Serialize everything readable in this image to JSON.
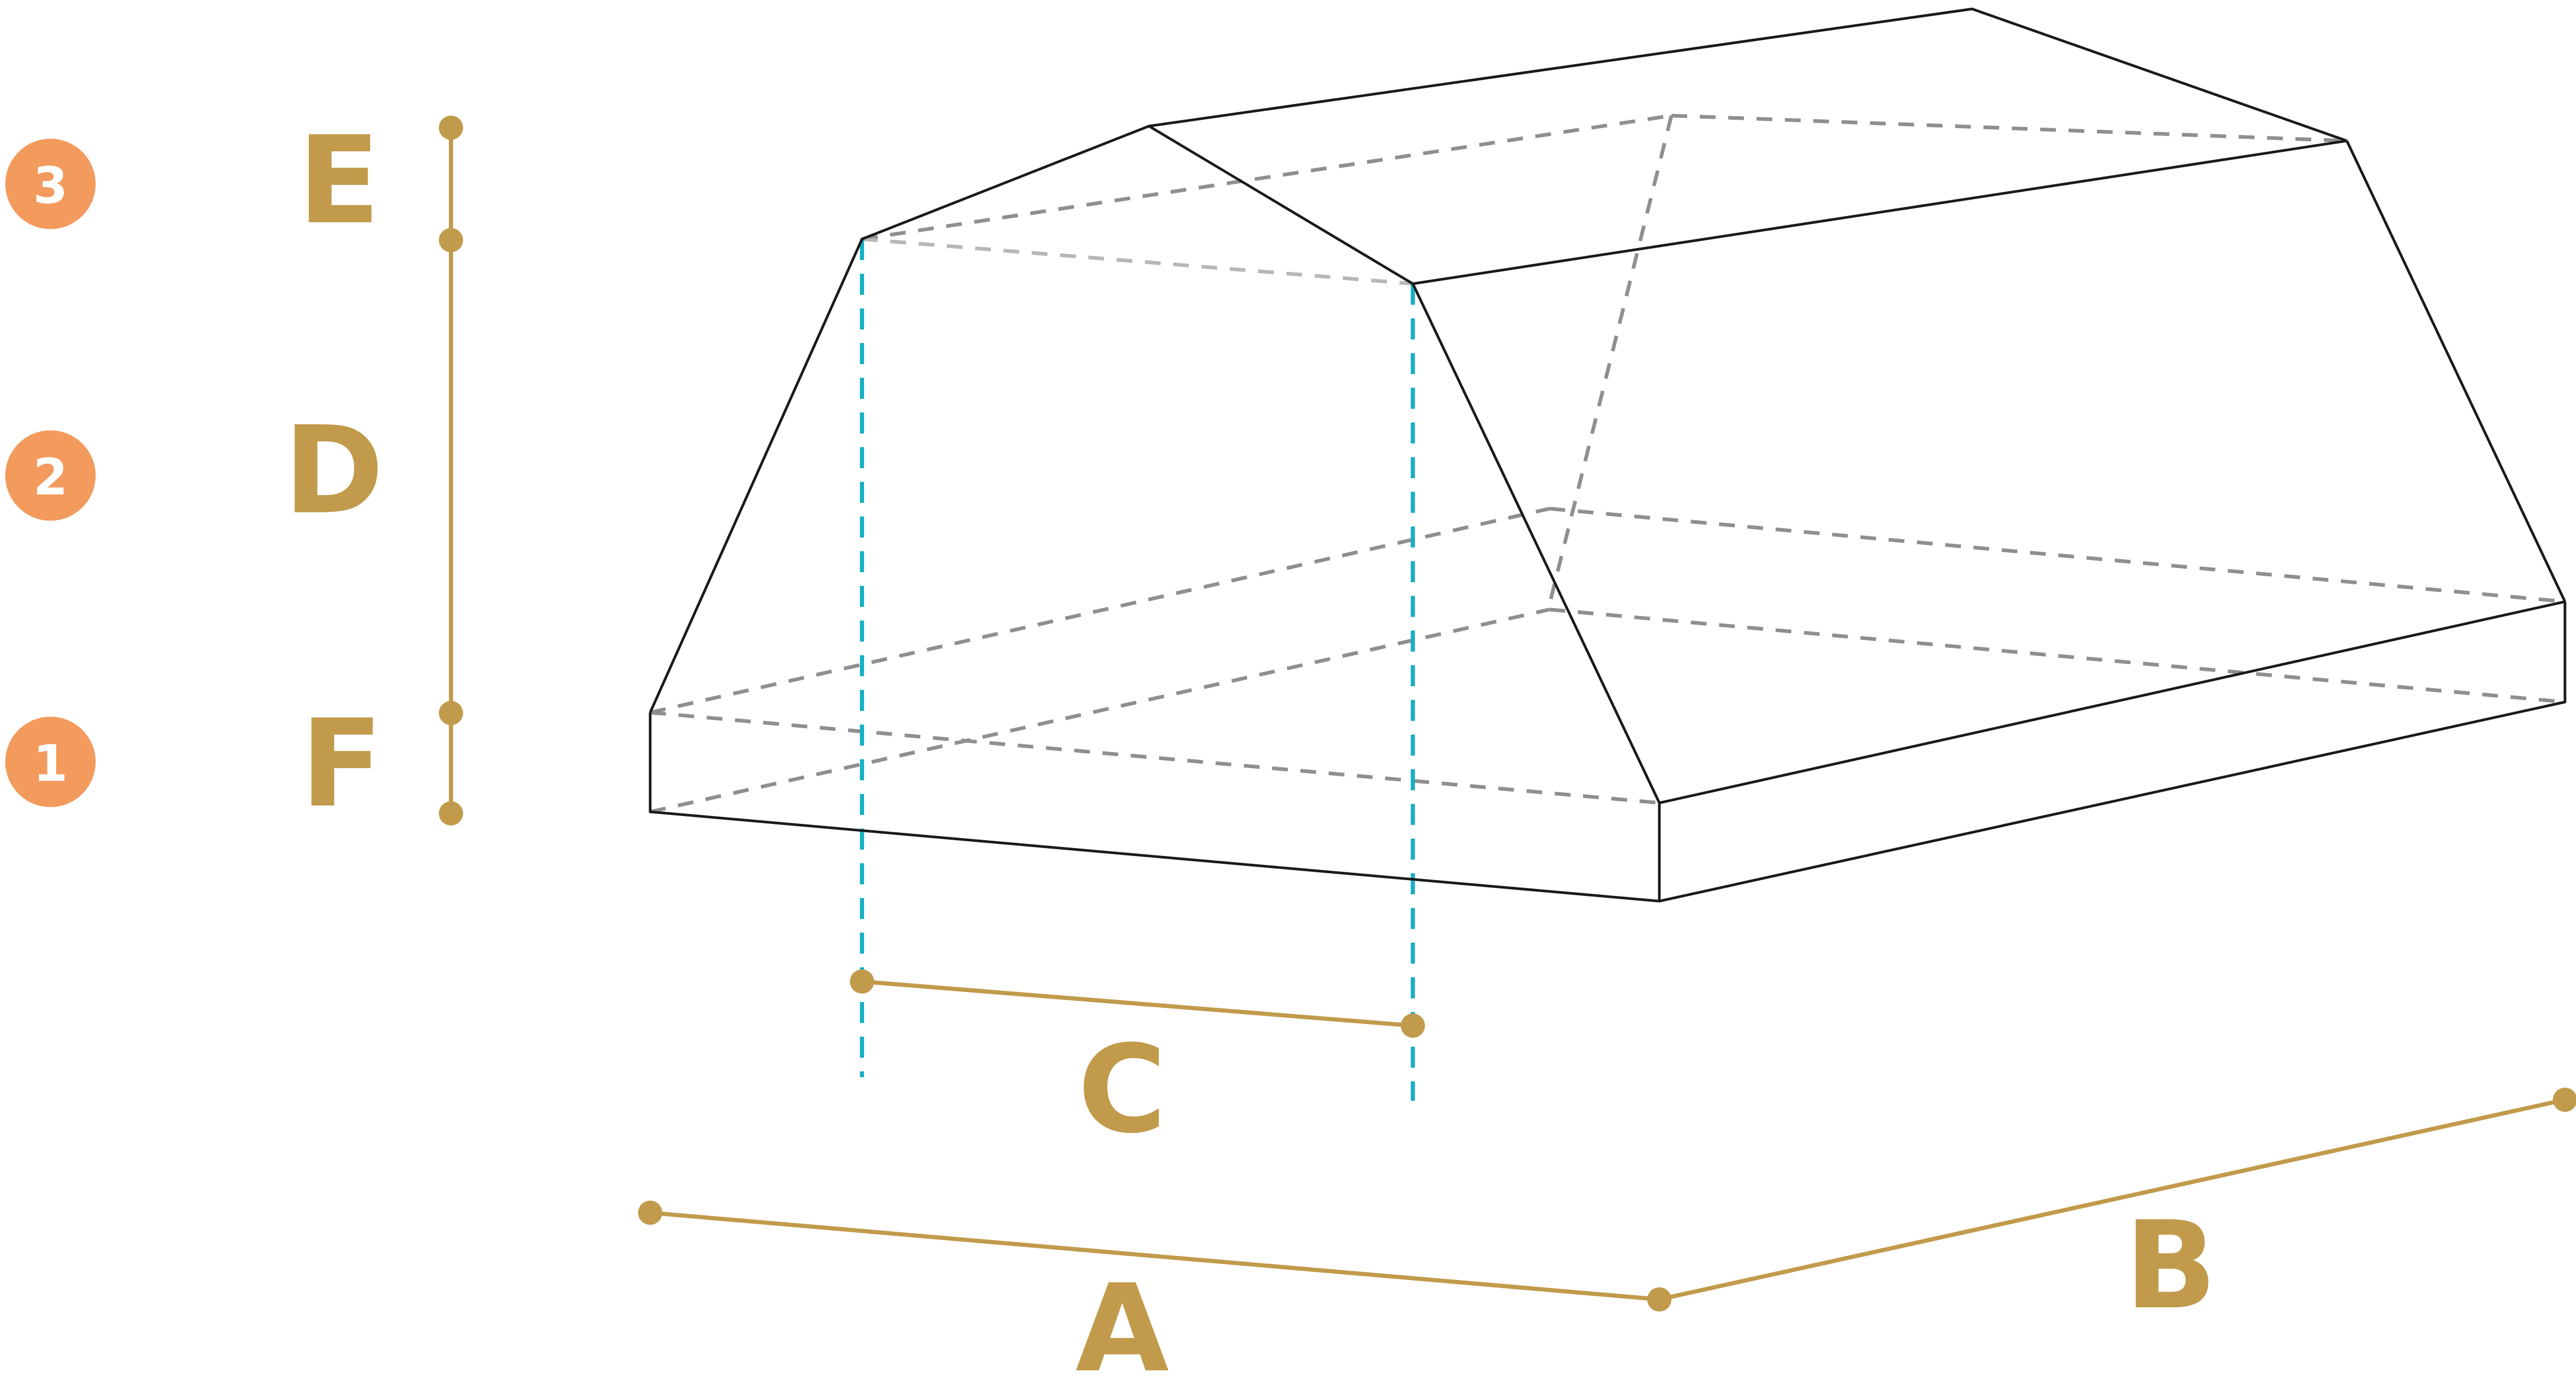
{
  "colors": {
    "dimension": "#c19a4b",
    "badge": "#f39a5d",
    "badge_text": "#ffffff",
    "edge": "#1a1a1a",
    "hidden_edge": "#8f8f8f",
    "projection": "#1ab0c4"
  },
  "labels": {
    "A": "A",
    "B": "B",
    "C": "C",
    "D": "D",
    "E": "E",
    "F": "F"
  },
  "badges": [
    "3",
    "2",
    "1"
  ]
}
